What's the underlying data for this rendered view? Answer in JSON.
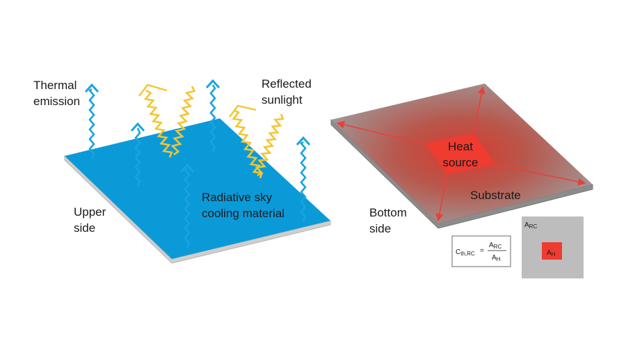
{
  "left_panel": {
    "thermal_emission": [
      "Thermal",
      "emission"
    ],
    "reflected_sunlight": [
      "Reflected",
      "sunlight"
    ],
    "material": [
      "Radiative sky",
      "cooling material"
    ],
    "upper_side": [
      "Upper",
      "side"
    ]
  },
  "right_panel": {
    "heat_source": [
      "Heat",
      "source"
    ],
    "substrate": "Substrate",
    "bottom_side": [
      "Bottom",
      "side"
    ]
  },
  "formula": {
    "lhs_main": "C",
    "lhs_sub": "th,RC",
    "equals": "=",
    "num_main": "A",
    "num_sub": "RC",
    "den_main": "A",
    "den_sub": "H"
  },
  "area_inset": {
    "outer_main": "A",
    "outer_sub": "RC",
    "inner_main": "A",
    "inner_sub": "H"
  },
  "colors": {
    "plate_blue": "#0b9ad8",
    "thermal_arrow": "#1aa3e0",
    "sunlight": "#f3c531",
    "heat_red": "#ef3b30",
    "substrate_grey": "#9a9a9a",
    "arrow_red": "#e8403a",
    "inset_grey": "#bdbdbd"
  }
}
